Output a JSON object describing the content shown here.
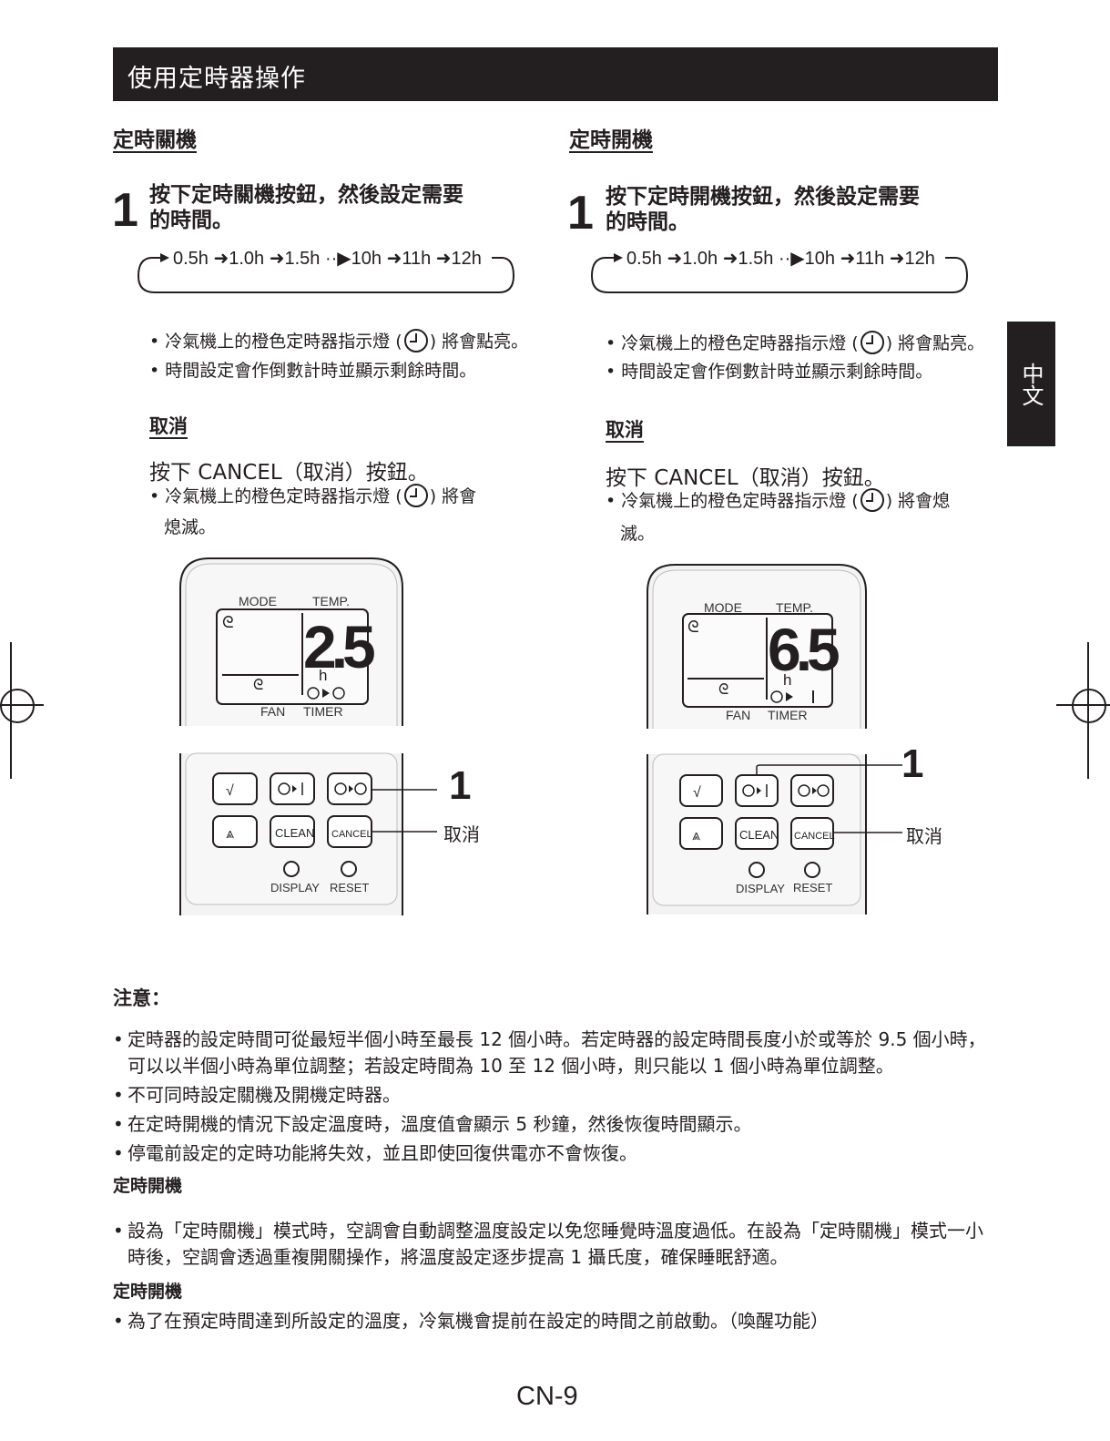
{
  "header": {
    "title": "使用定時器操作"
  },
  "side_tab": {
    "label": "中文"
  },
  "left": {
    "title": "定時關機",
    "step_number": "1",
    "step_line1": "按下定時關機按鈕，然後設定需要",
    "step_line2": "的時間。",
    "sequence": "0.5h ➜1.0h ➜1.5h ··▶10h ➜11h ➜12h",
    "bullet1_a": "冷氣機上的橙色定時器指示燈 (",
    "bullet1_b": ") 將會點亮。",
    "bullet2": "時間設定會作倒數計時並顯示剩餘時間。",
    "cancel_title": "取消",
    "cancel_text": "按下 CANCEL（取消）按鈕。",
    "cancel_bullet_a": "冷氣機上的橙色定時器指示燈 (",
    "cancel_bullet_b": ") 將會",
    "cancel_bullet_c": "熄滅。",
    "remote": {
      "mode_label": "MODE",
      "temp_label": "TEMP.",
      "display_value": "2.5",
      "unit": "h",
      "fan_label": "FAN",
      "timer_label": "TIMER",
      "clean_label": "CLEAN",
      "cancel_label": "CANCEL",
      "display_label": "DISPLAY",
      "reset_label": "RESET"
    },
    "callout_number": "1",
    "callout_cancel": "取消"
  },
  "right": {
    "title": "定時開機",
    "step_number": "1",
    "step_line1": "按下定時開機按鈕，然後設定需要",
    "step_line2": "的時間。",
    "sequence": "0.5h ➜1.0h ➜1.5h ··▶10h ➜11h ➜12h",
    "bullet1_a": "冷氣機上的橙色定時器指示燈 (",
    "bullet1_b": ") 將會點亮。",
    "bullet2": "時間設定會作倒數計時並顯示剩餘時間。",
    "cancel_title": "取消",
    "cancel_text": "按下 CANCEL（取消）按鈕。",
    "cancel_bullet_a": "冷氣機上的橙色定時器指示燈 (",
    "cancel_bullet_b": ") 將會熄",
    "cancel_bullet_c": "滅。",
    "remote": {
      "mode_label": "MODE",
      "temp_label": "TEMP.",
      "display_value": "6.5",
      "unit": "h",
      "fan_label": "FAN",
      "timer_label": "TIMER",
      "clean_label": "CLEAN",
      "cancel_label": "CANCEL",
      "display_label": "DISPLAY",
      "reset_label": "RESET"
    },
    "callout_number": "1",
    "callout_cancel": "取消"
  },
  "notes": {
    "title": "注意：",
    "items": [
      "定時器的設定時間可從最短半個小時至最長 12 個小時。若定時器的設定時間長度小於或等於 9.5 個小時，可以以半個小時為單位調整；若設定時間為 10 至 12 個小時，則只能以 1 個小時為單位調整。",
      "不可同時設定關機及開機定時器。",
      "在定時開機的情況下設定溫度時，溫度值會顯示 5 秒鐘，然後恢復時間顯示。",
      "停電前設定的定時功能將失效，並且即使回復供電亦不會恢復。"
    ],
    "off_title": "定時開機",
    "off_item": "設為「定時關機」模式時，空調會自動調整溫度設定以免您睡覺時溫度過低。在設為「定時關機」模式一小時後，空調會透過重複開關操作，將溫度設定逐步提高 1 攝氏度，確保睡眠舒適。",
    "on_title": "定時開機",
    "on_item": "為了在預定時間達到所設定的溫度，冷氣機會提前在設定的時間之前啟動。（喚醒功能）"
  },
  "page_number": "CN-9"
}
